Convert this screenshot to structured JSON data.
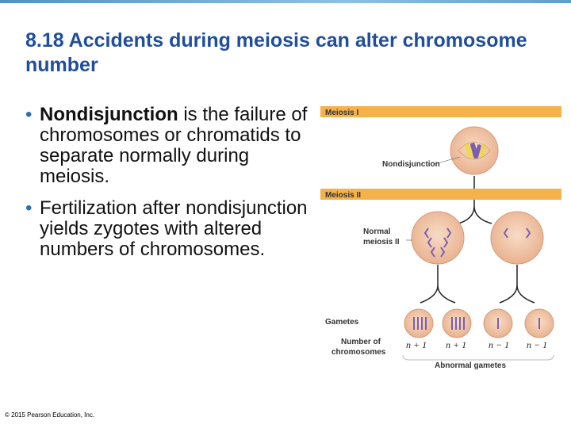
{
  "slide": {
    "title": "8.18 Accidents during meiosis can alter chromosome number",
    "copyright": "© 2015 Pearson Education, Inc."
  },
  "bullets": [
    {
      "marker": "•",
      "bold": "Nondisjunction",
      "text": " is the failure of chromosomes or chromatids to separate normally during meiosis."
    },
    {
      "marker": "•",
      "bold": "",
      "text": "Fertilization after nondisjunction yields zygotes with altered numbers of chromosomes."
    }
  ],
  "figure": {
    "meiosis_1_label": "Meiosis I",
    "meiosis_2_label": "Meiosis II",
    "nondisjunction_label": "Nondisjunction",
    "normal_meiosis_2_label_line1": "Normal",
    "normal_meiosis_2_label_line2": "meiosis II",
    "gametes_label": "Gametes",
    "number_of_chromosomes_line1": "Number of",
    "number_of_chromosomes_line2": "chromosomes",
    "gamete_counts": [
      "n + 1",
      "n + 1",
      "n − 1",
      "n − 1"
    ],
    "abnormal_gametes_label": "Abnormal gametes",
    "colors": {
      "band": "#f5b14a",
      "cell_fill": "#f0c7a7",
      "cell_stroke": "#d59b78",
      "chromosome_purple": "#7a5fb0",
      "chromosome_yellow": "#f1d84b"
    }
  }
}
